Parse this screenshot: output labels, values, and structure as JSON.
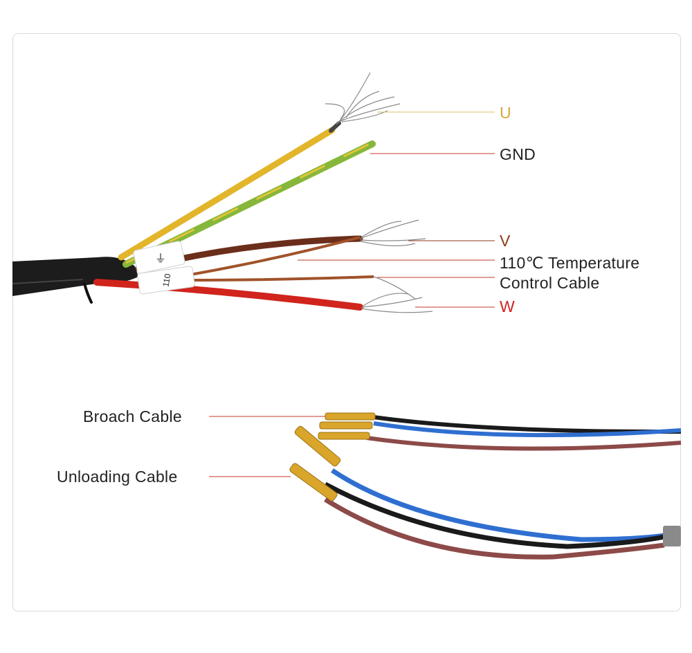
{
  "labels": {
    "u": {
      "text": "U",
      "color": "#d4a83a"
    },
    "gnd": {
      "text": "GND",
      "color": "#222222"
    },
    "v": {
      "text": "V",
      "color": "#8b3a1a"
    },
    "temp_line1": {
      "text": "110℃ Temperature",
      "color": "#222222"
    },
    "temp_line2": {
      "text": "Control Cable",
      "color": "#222222"
    },
    "w": {
      "text": "W",
      "color": "#d42020"
    },
    "broach": {
      "text": "Broach Cable",
      "color": "#222222"
    },
    "unloading": {
      "text": "Unloading Cable",
      "color": "#222222"
    }
  },
  "stickers": {
    "ground_symbol": "⏚",
    "tag_fragment": "110"
  },
  "colors": {
    "leader_line": "#c0392b",
    "leader_line_u": "#d8c06a",
    "wire_yellow": "#e2b52a",
    "wire_green": "#86b73a",
    "wire_brown": "#6b2e1a",
    "wire_red": "#d0241c",
    "wire_blue": "#2f6fd0",
    "wire_black": "#1a1a1a",
    "wire_maroon": "#8c4a48",
    "brass": "#d9a52a",
    "jacket": "#1c1c1c"
  },
  "icons": [
    "ground-symbol-icon"
  ]
}
